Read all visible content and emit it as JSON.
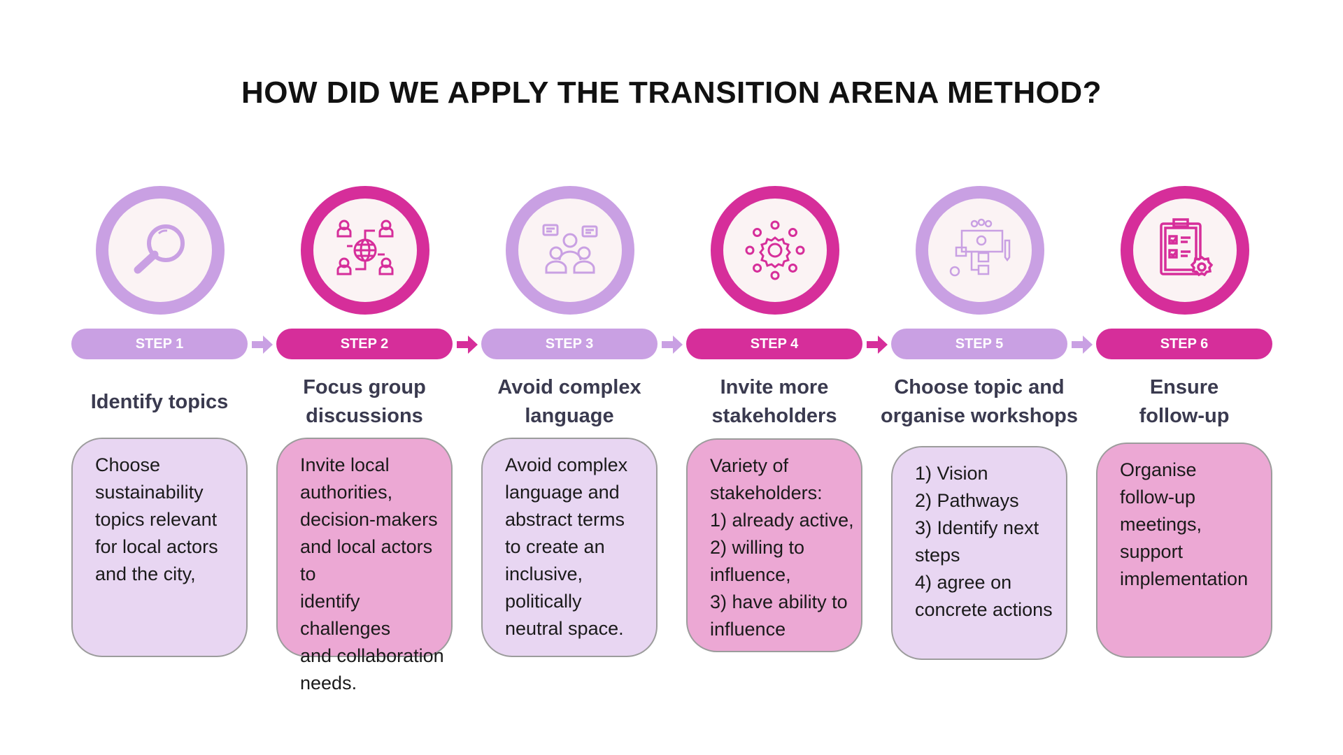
{
  "title": "HOW DID WE APPLY THE TRANSITION ARENA METHOD?",
  "colors": {
    "light_purple": "#c9a0e3",
    "magenta": "#d62e9a",
    "light_box": "#e8d6f2",
    "pink_box": "#eca8d4"
  },
  "steps": [
    {
      "label": "STEP 1",
      "icon": "magnifier-icon",
      "heading": "Identify topics",
      "text": "Choose\nsustainability\ntopics relevant\nfor local actors\nand the city,"
    },
    {
      "label": "STEP 2",
      "icon": "network-people-globe-icon",
      "heading": "Focus group\ndiscussions",
      "text": "Invite local\nauthorities,\ndecision-makers\nand local actors to\nidentify challenges\nand collaboration\nneeds."
    },
    {
      "label": "STEP 3",
      "icon": "people-chat-icon",
      "heading": "Avoid complex\nlanguage",
      "text": "Avoid complex\nlanguage and\nabstract terms\nto create an\ninclusive,\npolitically\nneutral space."
    },
    {
      "label": "STEP 4",
      "icon": "gear-stakeholders-icon",
      "heading": "Invite more\nstakeholders",
      "text": "Variety of\nstakeholders:\n1) already active,\n2)  willing to\ninfluence,\n3) have ability to\ninfluence"
    },
    {
      "label": "STEP 5",
      "icon": "workshop-board-icon",
      "heading": "Choose topic and\norganise workshops",
      "text": "1) Vision\n2) Pathways\n3) Identify next\nsteps\n4) agree on\nconcrete actions"
    },
    {
      "label": "STEP 6",
      "icon": "clipboard-gear-icon",
      "heading": "Ensure\nfollow-up",
      "text": "Organise\nfollow-up\nmeetings,\nsupport\nimplementation"
    }
  ]
}
